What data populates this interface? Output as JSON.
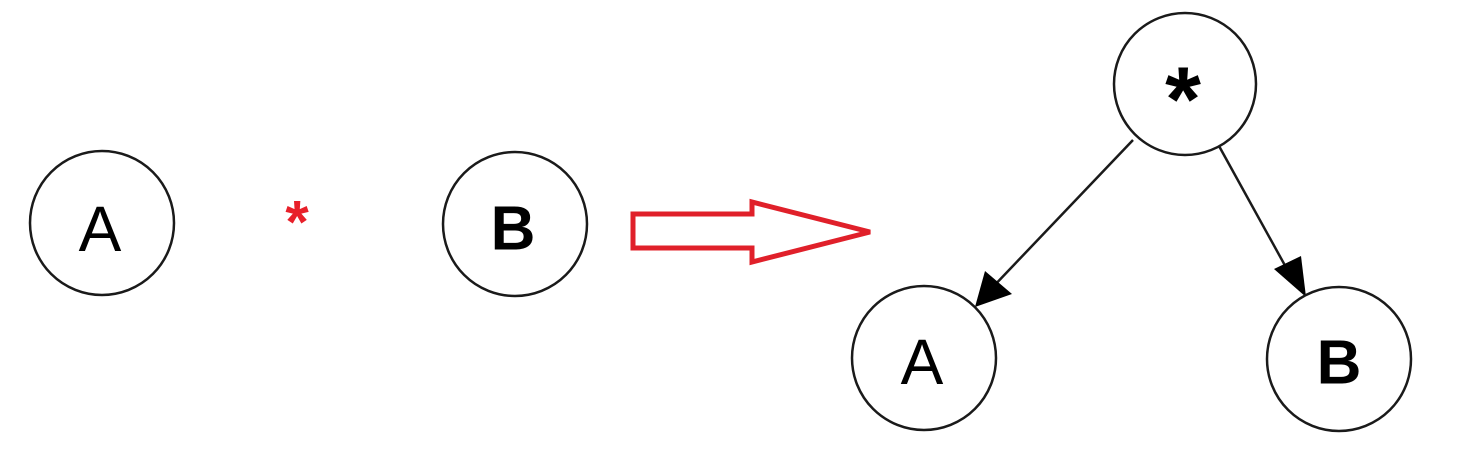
{
  "input": {
    "left_operand": "A",
    "operator": "*",
    "right_operand": "B"
  },
  "tree": {
    "root": "*",
    "left_child": "A",
    "right_child": "B"
  },
  "colors": {
    "operator_red": "#e8202a",
    "arrow_red": "#e0202a",
    "stroke_black": "#1a1a1a"
  }
}
